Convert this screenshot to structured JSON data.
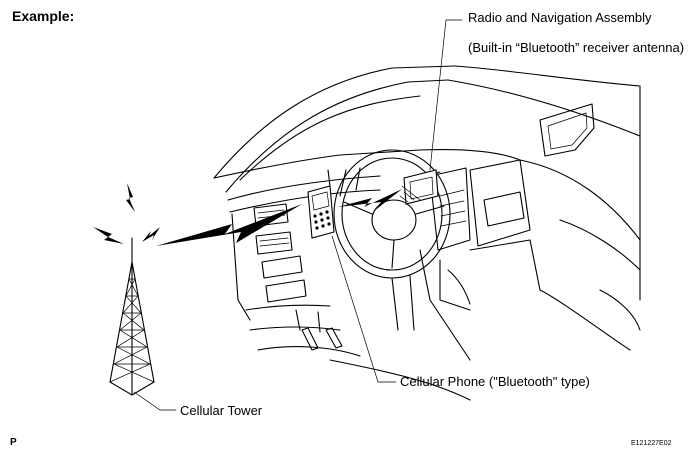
{
  "heading": "Example:",
  "labels": {
    "radio_assembly": "Radio and Navigation Assembly",
    "antenna": "(Built-in “Bluetooth” receiver antenna)",
    "cellular_phone": "Cellular Phone (\"Bluetooth\" type)",
    "cellular_tower": "Cellular Tower"
  },
  "page_marker": "P",
  "figure_code": "E121227E02"
}
